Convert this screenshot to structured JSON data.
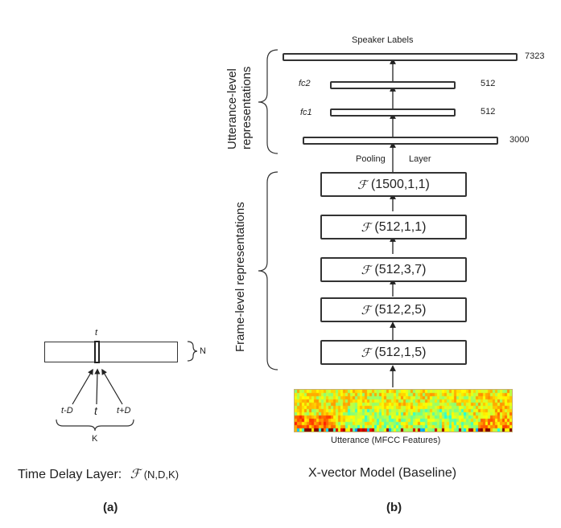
{
  "panel_b": {
    "output_label": "Speaker Labels",
    "utterance_group_label_line1": "Utterance-level",
    "utterance_group_label_line2": "representations",
    "frame_group_label": "Frame-level representations",
    "fc_layers": [
      {
        "name": "",
        "size": "7323"
      },
      {
        "name": "fc2",
        "size": "512"
      },
      {
        "name": "fc1",
        "size": "512"
      },
      {
        "name": "",
        "size": "3000"
      }
    ],
    "pooling_left": "Pooling",
    "pooling_right": "Layer",
    "tdnn_symbol": "ℱ",
    "tdnn_layers": [
      "(1500,1,1)",
      "(512,1,1)",
      "(512,3,7)",
      "(512,2,5)",
      "(512,1,5)"
    ],
    "input_label": "Utterance (MFCC Features)",
    "caption": "X-vector Model (Baseline)",
    "sublabel": "(b)"
  },
  "panel_a": {
    "top_t": "t",
    "n_label": "N",
    "inputs": [
      "t-D",
      "t",
      "t+D"
    ],
    "k_label": "K",
    "caption_text": "Time Delay Layer:",
    "caption_symbol": "ℱ",
    "caption_args": "(N,D,K)",
    "sublabel": "(a)"
  },
  "colors": {
    "stroke": "#333333",
    "text": "#222222"
  }
}
